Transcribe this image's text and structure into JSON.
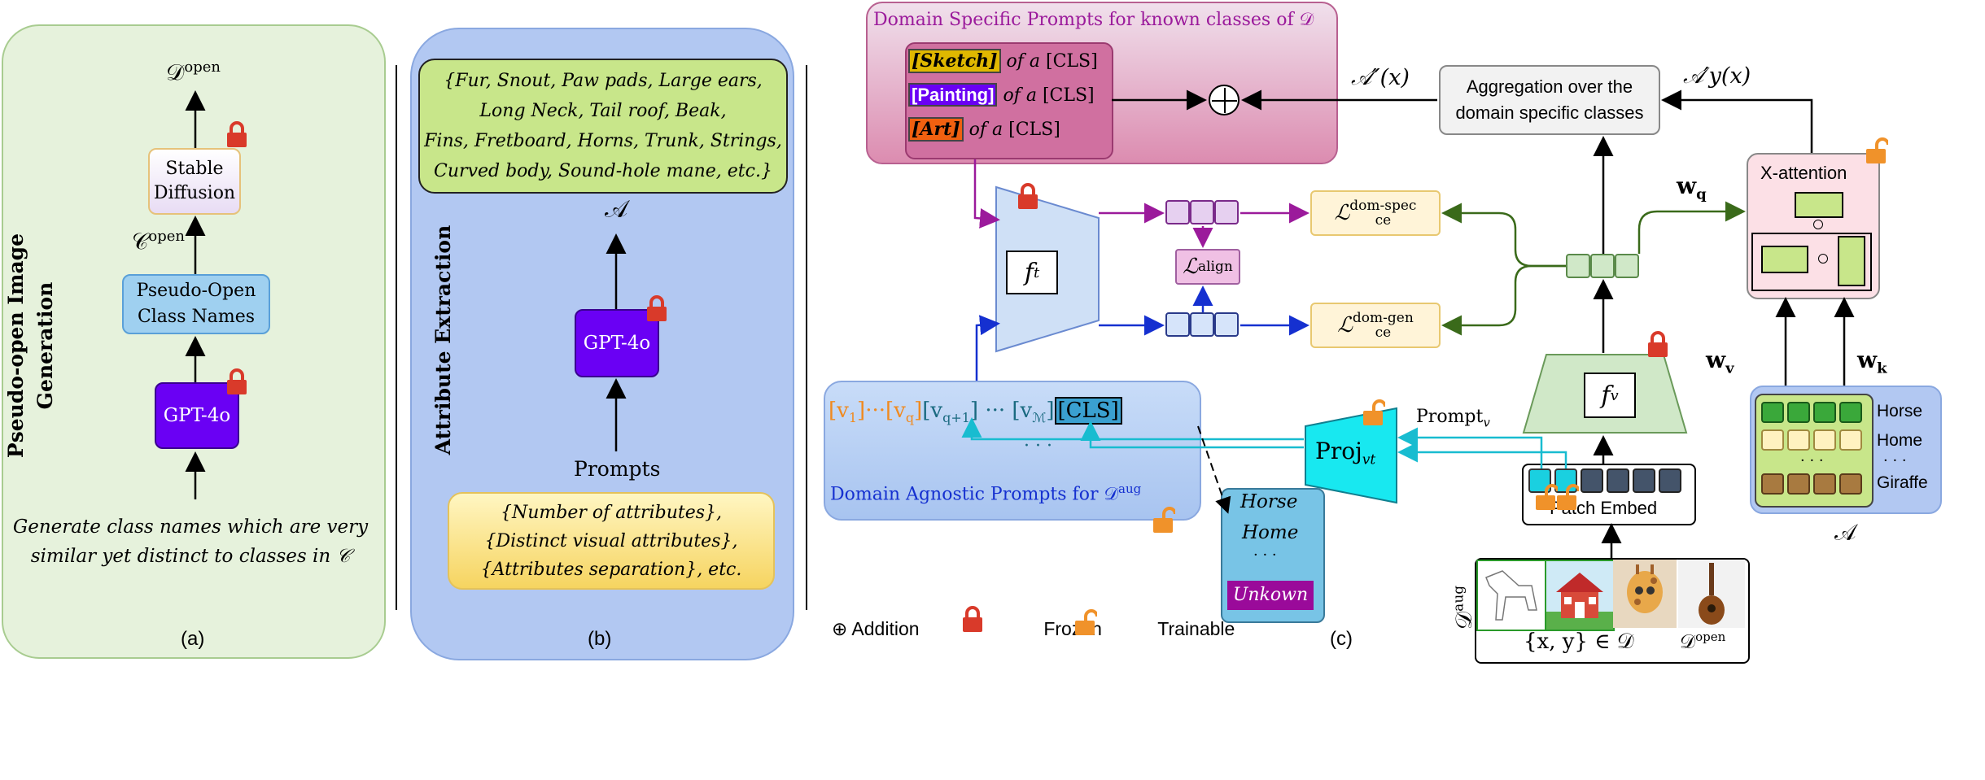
{
  "panel_a": {
    "caption": "(a)",
    "vertical_title_line1": "Pseudo-open Image",
    "vertical_title_line2": "Generation",
    "output_label": "𝒟",
    "output_sup": "open",
    "stable_diffusion": "Stable Diffusion",
    "class_label": "𝒞",
    "class_sup": "open",
    "pseudo_open_names": "Pseudo-Open Class Names",
    "gpt_label": "GPT-4o",
    "prompt_line1": "Generate class names which are very",
    "prompt_line2": "similar yet distinct to classes in",
    "prompt_set": "𝒞"
  },
  "panel_b": {
    "caption": "(b)",
    "vertical_title": "Attribute Extraction",
    "attributes_line1": "{Fur, Snout, Paw pads, Large ears,",
    "attributes_line2": "Long Neck, Tail roof, Beak,",
    "attributes_line3": "Fins,  Fretboard, Horns, Trunk, Strings,",
    "attributes_line4": "Curved body, Sound-hole mane, etc.}",
    "a_symbol": "𝒜",
    "gpt_label": "GPT-4o",
    "prompts_label": "Prompts",
    "prompts_line1": "{Number of attributes},",
    "prompts_line2": "{Distinct visual  attributes},",
    "prompts_line3": "{Attributes separation}, etc."
  },
  "panel_c": {
    "caption": "(c)",
    "domain_specific_title_prefix": "Domain Specific Prompts for known classes of",
    "domain_specific_title_set": "𝒟",
    "sketch_tag": "[Sketch]",
    "painting_tag": "[Painting]",
    "art_tag": "[Art]",
    "of_a": "of a",
    "cls": "[CLS]",
    "a_double_prime": "𝒜″(x)",
    "a_y_prime": "𝒜′y(x)",
    "aggregation_line1": "Aggregation over the",
    "aggregation_line2": "domain specific classes",
    "ft_label": "f",
    "ft_sub": "t",
    "fv_label": "f",
    "fv_sub": "v",
    "loss_align": "ℒ",
    "loss_align_sub": "align",
    "loss_spec": "ℒ",
    "loss_spec_sup": "dom-spec",
    "loss_spec_sub": "ce",
    "loss_gen": "ℒ",
    "loss_gen_sup": "dom-gen",
    "loss_gen_sub": "ce",
    "wq": "w",
    "wq_sub": "q",
    "wv": "w",
    "wv_sub": "v",
    "wk": "w",
    "wk_sub": "k",
    "xattention": "X-attention",
    "prompt_v": "Prompt",
    "prompt_v_sub": "v",
    "proj": "Proj",
    "proj_sub": "vt",
    "patch_embed": "Patch Embed",
    "v1": "[v",
    "v1_sub": "1",
    "vq": "[v",
    "vq_sub": "q",
    "vq1": "[v",
    "vq1_sub": "q+1",
    "vm": "[v",
    "vm_sub": "ℳ",
    "close_bracket": "]",
    "dots": "···",
    "vdots": "· · ·",
    "cls_box": "[CLS]",
    "agnostic_prefix": "Domain Agnostic Prompts for",
    "agnostic_set": "𝒟",
    "agnostic_sup": "aug",
    "horse": "Horse",
    "home": "Home",
    "unknown": "Unkown",
    "right_horse": "Horse",
    "right_home": "Home",
    "right_giraffe": "Giraffe",
    "right_dots": "· · ·",
    "a_symbol": "𝒜",
    "d_aug": "𝒟",
    "d_aug_sup": "aug",
    "xy_in_d": "{x, y} ∈ 𝒟",
    "d_open": "𝒟",
    "d_open_sup": "open"
  },
  "legend": {
    "addition": "Addition",
    "frozen": "Frozen",
    "trainable": "Trainable"
  },
  "colors": {
    "panel_a_bg": "#e6f2dc",
    "panel_b_bg": "#b2c8f2",
    "gpt": "#6a00f4",
    "lock_frozen": "#d93a2a",
    "lock_trainable": "#f0922a",
    "arrow_purple": "#9b1a9b",
    "arrow_blue": "#1530d0",
    "arrow_green": "#3a6a1a",
    "arrow_cyan": "#18bcd0"
  }
}
